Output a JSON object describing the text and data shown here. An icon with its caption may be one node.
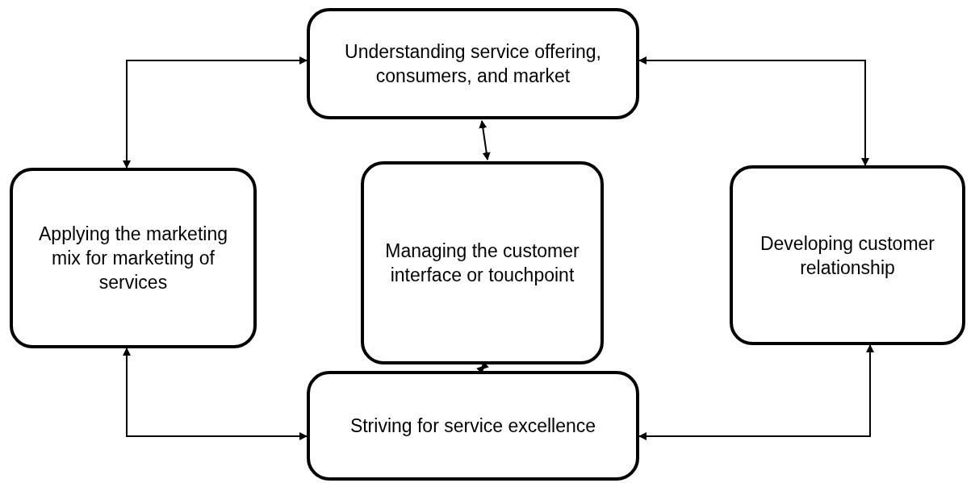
{
  "diagram": {
    "nodes": [
      {
        "text": [
          "Understanding service offering, consumers, and market"
        ]
      },
      {
        "text": [
          "Applying the marketing mix for marketing of services"
        ]
      },
      {
        "text": [
          "Managing the customer interface or touchpoint"
        ]
      },
      {
        "text": [
          "Developing customer relationship"
        ]
      },
      {
        "text": [
          "Striving for service excellence"
        ]
      }
    ],
    "edges": [
      {
        "from": 1,
        "to": 0,
        "arrow": "both"
      },
      {
        "from": 0,
        "to": 3,
        "arrow": "both"
      },
      {
        "from": 0,
        "to": 2,
        "arrow": "both"
      },
      {
        "from": 2,
        "to": 4,
        "arrow": "both"
      },
      {
        "from": 1,
        "to": 4,
        "arrow": "both"
      },
      {
        "from": 3,
        "to": 4,
        "arrow": "both"
      }
    ]
  }
}
